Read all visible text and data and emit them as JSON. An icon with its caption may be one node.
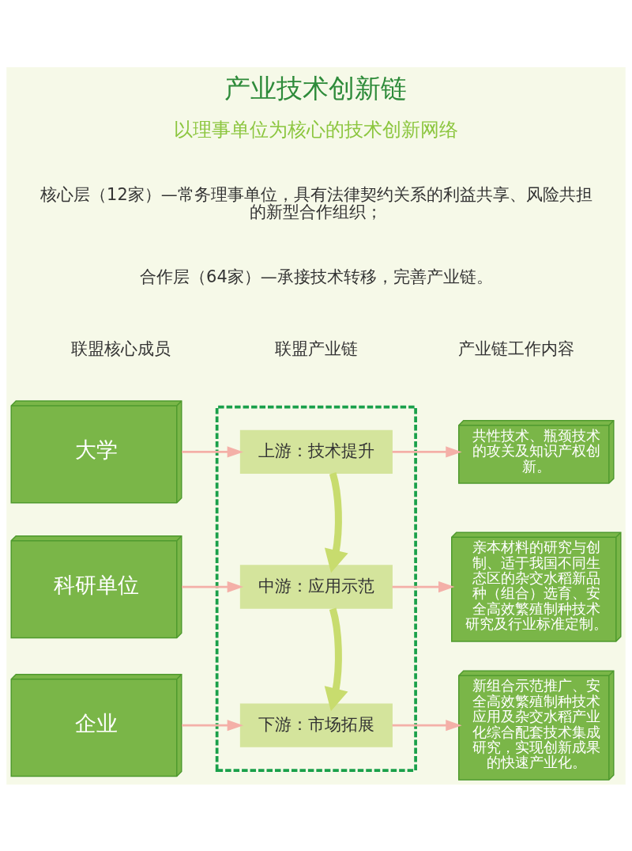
{
  "diagram": {
    "title": "产业技术创新链",
    "nodes": [
      {
        "text": [
          "大学"
        ]
      },
      {
        "text": [
          "科研单位"
        ]
      },
      {
        "text": [
          "企业"
        ]
      },
      {
        "text": [],
        "shape": "box"
      },
      {
        "text": [
          "上游：技术提升"
        ],
        "in": 3
      },
      {
        "text": [
          "中游：应用示范"
        ],
        "in": 3
      },
      {
        "text": [
          "下游：市场拓展"
        ],
        "in": 3
      },
      {
        "text": [
          "共性技术、瓶颈技术的攻关及知识产权创新。"
        ]
      },
      {
        "text": [
          "亲本材料的研究与创制、适于我国不同生态区的杂交水稻新品种（组合）选育、安全高效繁殖制种技术研究及行业标准定制。"
        ]
      },
      {
        "text": [
          "新组合示范推广、安全高效繁殖制种技术应用及杂交水稻产业化综合配套技术集成研究，实现创新成果的快速产业化。"
        ]
      }
    ],
    "edges": [
      {
        "from": 0,
        "to": 4,
        "arrow": "to"
      },
      {
        "from": 4,
        "to": 7,
        "arrow": "to"
      },
      {
        "from": 4,
        "to": 5,
        "arrow": "to",
        "style": "thick",
        "color": "#c8dc6e"
      },
      {
        "from": 1,
        "to": 5,
        "arrow": "to"
      },
      {
        "from": 5,
        "to": 8,
        "arrow": "to"
      },
      {
        "from": 5,
        "to": 6,
        "arrow": "to",
        "style": "thick",
        "color": "#c8dc6e"
      },
      {
        "from": 2,
        "to": 6,
        "arrow": "to"
      },
      {
        "from": 6,
        "to": 9,
        "arrow": "to"
      }
    ],
    "labels": [
      "以理事单位为核心的技术创新网络",
      "核心层（12家）—常务理事单位，具有法律契约关系的利益共享、风险共担的新型合作组织；",
      "合作层（64家）—承接技术转移，完善产业链。",
      "联盟核心成员",
      "联盟产业链",
      "产业链工作内容"
    ]
  }
}
